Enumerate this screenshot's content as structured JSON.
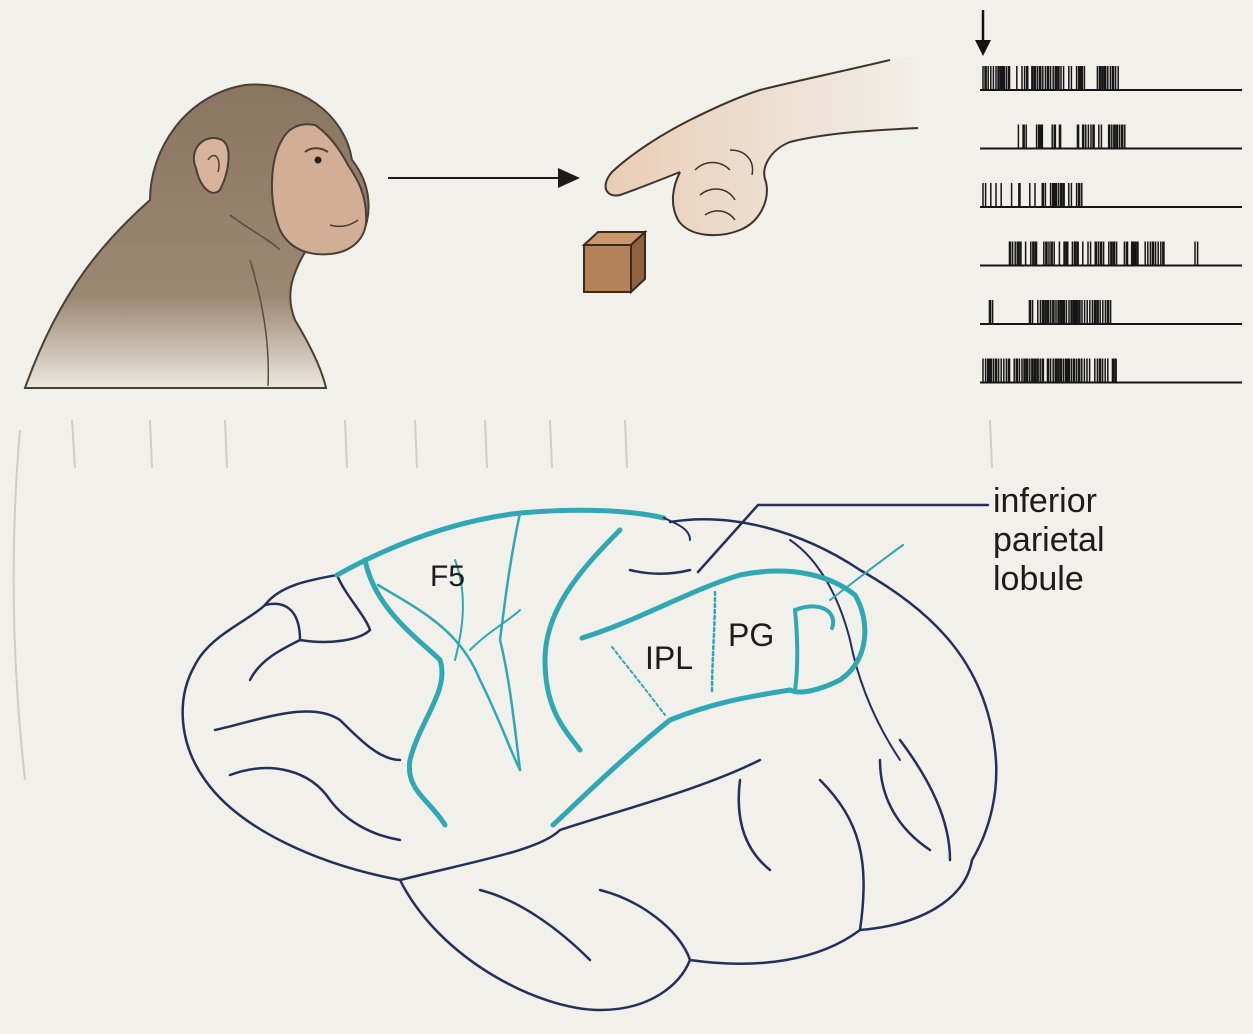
{
  "colors": {
    "background": "#f1f0ea",
    "brain_outline": "#24305a",
    "sulcus_highlight": "#2fa8b3",
    "monkey_fur": "#8e7b66",
    "monkey_face": "#d2ae98",
    "cube": "#b4825a",
    "hand": "#e8cbb3",
    "spike_train": "#161616"
  },
  "labels": {
    "area_f5": "F5",
    "area_ipl": "IPL",
    "area_pg": "PG",
    "region_name_lines": [
      "inferior",
      "parietal",
      "lobule"
    ]
  },
  "icons": {
    "stimulus_onset": "down-arrow-icon",
    "action_arrow": "right-arrow-icon"
  },
  "spike_trains": {
    "count": 6
  }
}
